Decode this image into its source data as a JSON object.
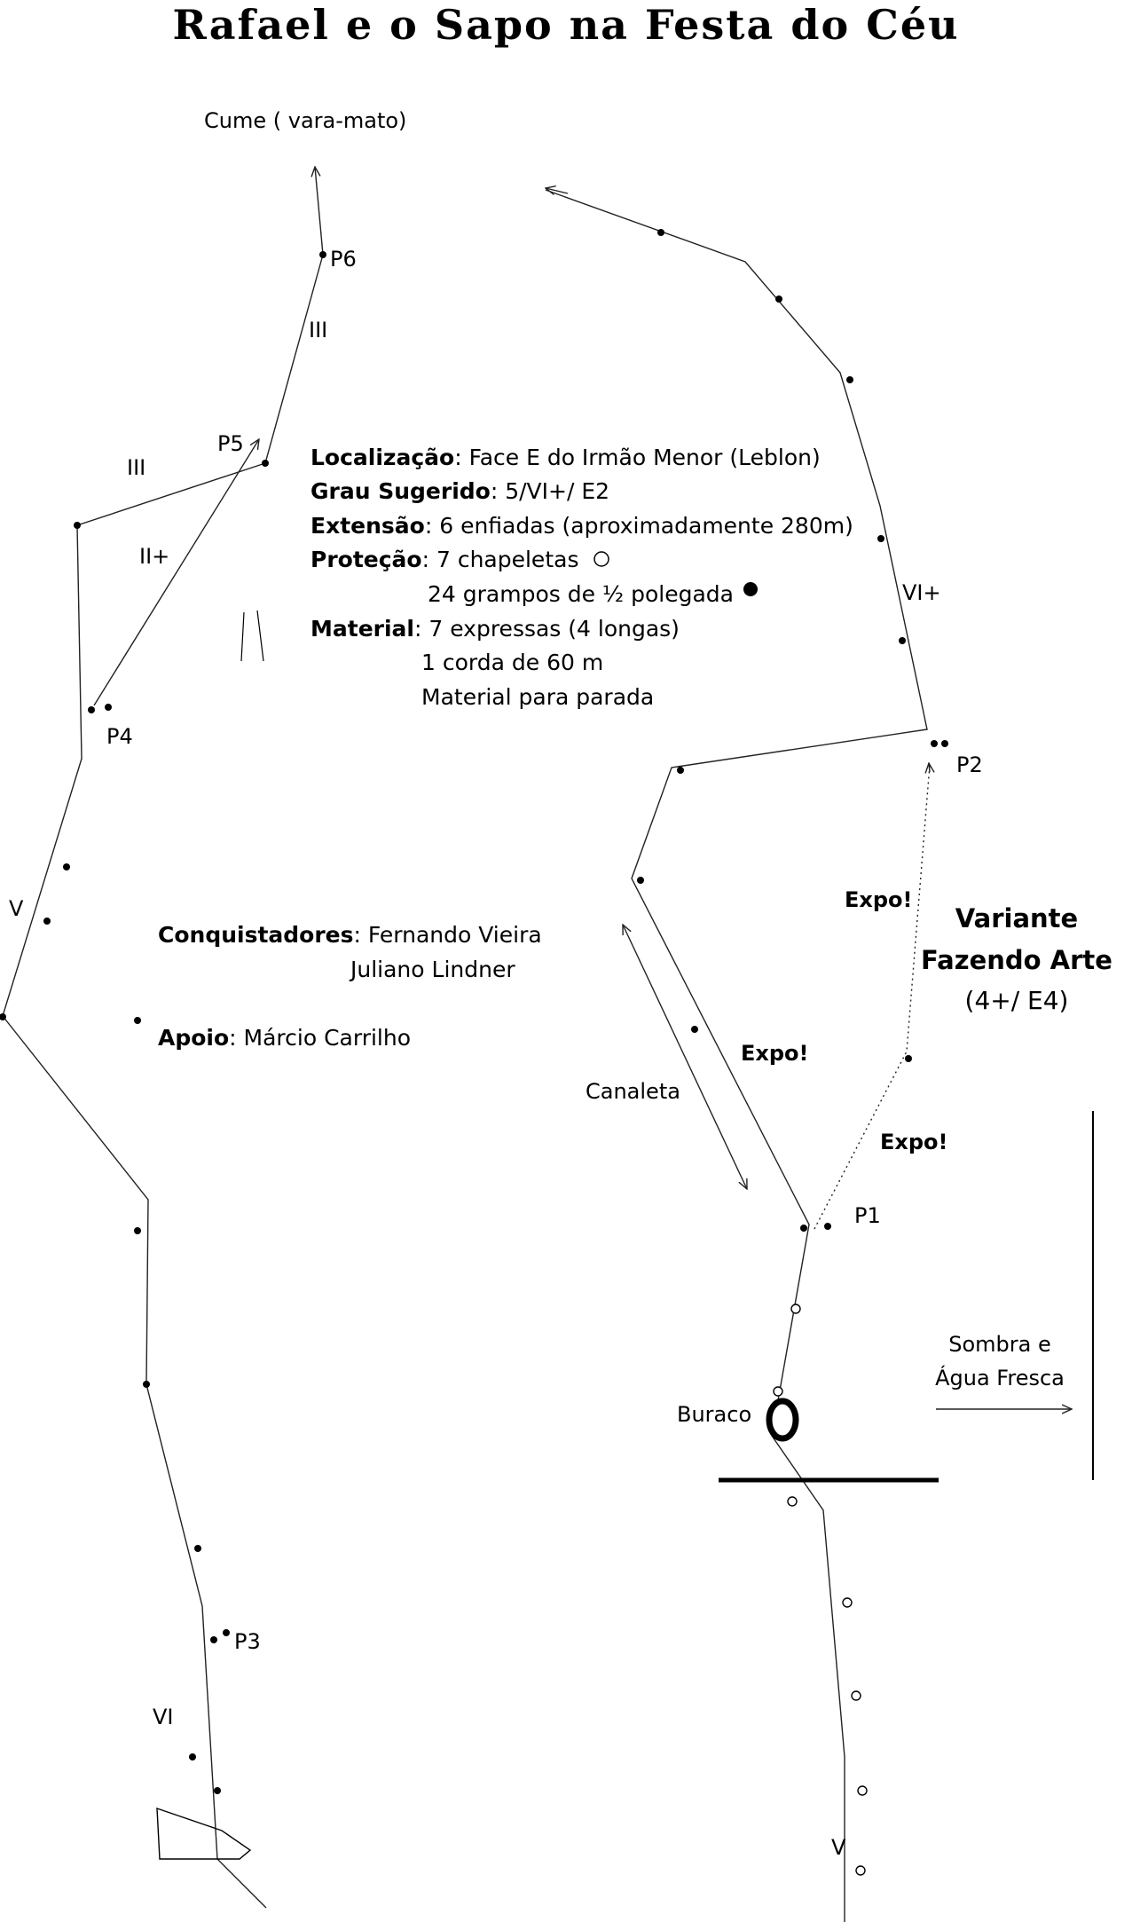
{
  "title": "Rafael e o Sapo na Festa do Céu",
  "summit_label": "Cume ( vara-mato)",
  "belays": {
    "p1": "P1",
    "p2": "P2",
    "p3": "P3",
    "p4": "P4",
    "p5": "P5",
    "p6": "P6"
  },
  "grades": {
    "g1": "V",
    "g2": "VI",
    "g3": "V",
    "g4": "II+",
    "g5": "III",
    "g6": "III",
    "g7": "VI+"
  },
  "info": {
    "location_label": "Localização",
    "location_value": ": Face E do Irmão Menor (Leblon)",
    "grade_label": "Grau Sugerido",
    "grade_value": ": 5/VI+/ E2",
    "extension_label": "Extensão",
    "extension_value": ": 6 enfiadas (aproximadamente 280m)",
    "protection_label": "Proteção",
    "protection_value_1": ": 7 chapeletas",
    "protection_value_2": "24 grampos de ½ polegada",
    "material_label": "Material",
    "material_value_1": ": 7 expressas (4 longas)",
    "material_value_2": "1 corda de 60 m",
    "material_value_3": "Material para parada"
  },
  "credits": {
    "conquerors_label": "Conquistadores",
    "conquerors_1": ": Fernando Vieira",
    "conquerors_2": "Juliano Lindner",
    "support_label": "Apoio",
    "support_value": ": Márcio Carrilho"
  },
  "variant": {
    "line1": "Variante",
    "line2": "Fazendo Arte",
    "line3": "(4+/ E4)"
  },
  "expo": {
    "e1": "Expo!",
    "e2": "Expo!",
    "e3": "Expo!"
  },
  "canaleta": "Canaleta",
  "buraco": "Buraco",
  "shade": {
    "line1": "Sombra e",
    "line2": "Água Fresca"
  }
}
